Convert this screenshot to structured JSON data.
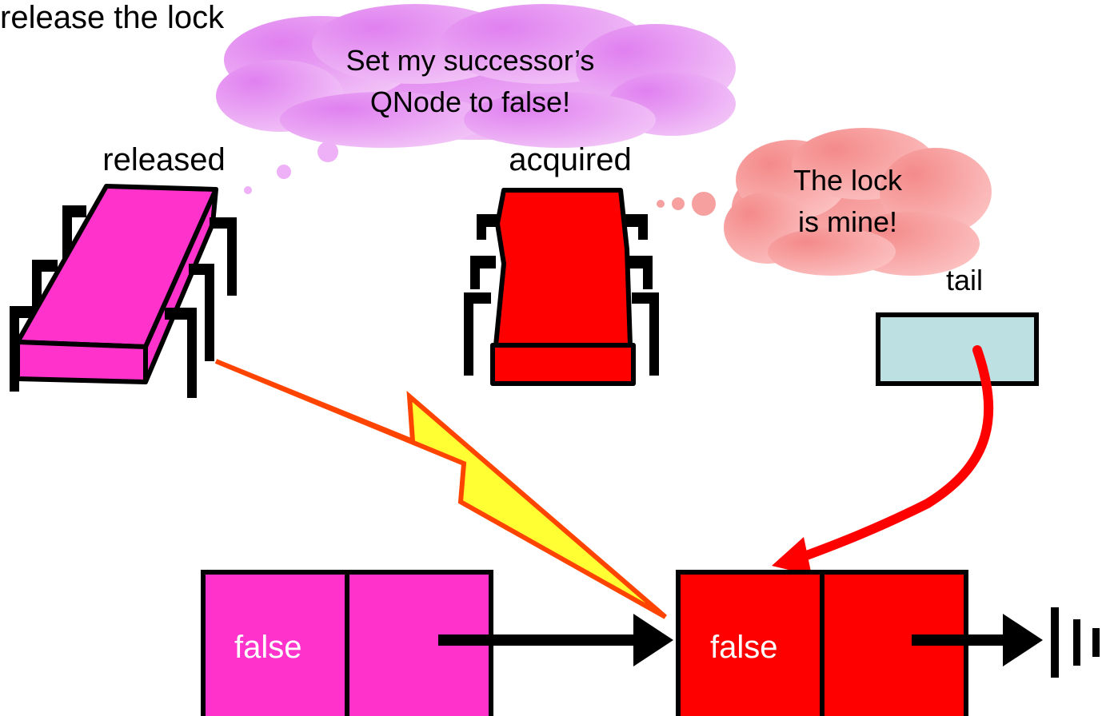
{
  "heading": "release the lock",
  "thought_released": {
    "line1": "Set my successor’s",
    "line2": "QNode to false!",
    "color": "#e8a0f2"
  },
  "thought_acquired": {
    "line1": "The lock",
    "line2": "is mine!",
    "color": "#f7a0a0"
  },
  "chip_released": {
    "label": "released",
    "color": "#ff33cc"
  },
  "chip_acquired": {
    "label": "acquired",
    "color": "#ff0000"
  },
  "tail": {
    "label": "tail",
    "color": "#bde0e3"
  },
  "nodes": [
    {
      "value": "false",
      "color": "#ff33cc"
    },
    {
      "value": "false",
      "color": "#ff0000"
    }
  ],
  "colors": {
    "signal_fill": "#ffff33",
    "signal_stroke": "#ff4400",
    "tail_arrow": "#ff0000"
  }
}
